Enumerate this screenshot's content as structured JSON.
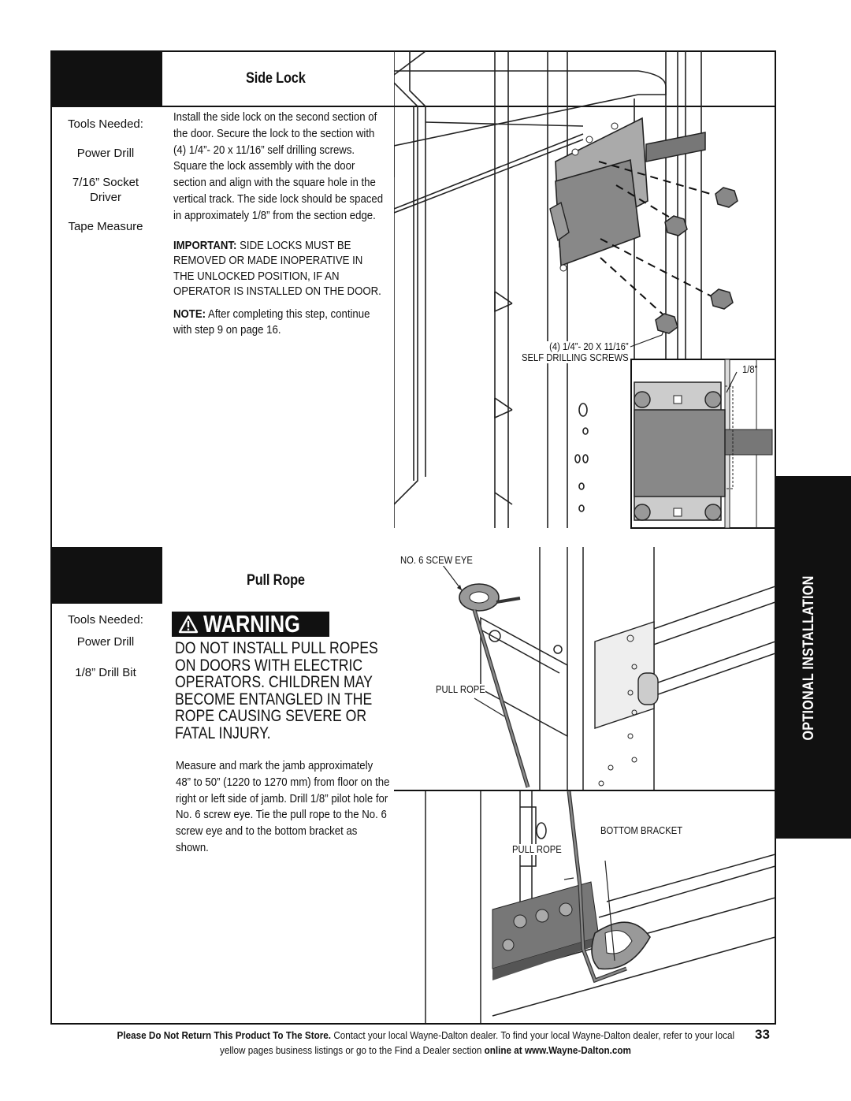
{
  "side_lock": {
    "title": "Side Lock",
    "tools_heading": "Tools Needed:",
    "tools": [
      "Power Drill",
      "7/16” Socket Driver",
      "Tape Measure"
    ],
    "instructions": "Install the side lock on the second section of the door. Secure the lock to the section with (4) 1/4”- 20 x 11/16” self drilling screws. Square the lock assembly with the door section and align with the square hole in the vertical track. The side lock should be spaced in approximately 1/8” from the section edge.",
    "important_label": "IMPORTANT:",
    "important_text": "SIDE LOCKS MUST BE REMOVED OR MADE INOPERATIVE IN THE UNLOCKED POSITION, IF AN OPERATOR IS INSTALLED ON THE DOOR.",
    "note_label": "NOTE:",
    "note_text": "After completing this step, continue with step 9 on page 16.",
    "callout_screws_line1": "(4) 1/4”- 20 X 11/16”",
    "callout_screws_line2": "SELF DRILLING SCREWS",
    "callout_gap": "1/8”"
  },
  "pull_rope": {
    "title": "Pull Rope",
    "tools_heading": "Tools Needed:",
    "tools": [
      "Power Drill",
      "1/8” Drill Bit"
    ],
    "warning_label": "WARNING",
    "warning_lines": [
      "DO NOT INSTALL PULL ROPES",
      "ON DOORS WITH ELECTRIC",
      "OPERATORS. CHILDREN MAY",
      "BECOME ENTANGLED IN THE",
      "ROPE CAUSING SEVERE OR",
      "FATAL INJURY."
    ],
    "instructions": "Measure and mark the jamb approximately 48” to 50” (1220 to 1270 mm) from floor on the right or left side of jamb. Drill 1/8” pilot hole for No. 6 screw eye. Tie the pull rope to the No. 6 screw eye and to the bottom bracket as shown.",
    "callout_screw_eye": "NO. 6 SCEW EYE",
    "callout_pull_rope_1": "PULL ROPE",
    "callout_bottom_bracket": "BOTTOM BRACKET",
    "callout_pull_rope_2": "PULL ROPE"
  },
  "side_tab": "OPTIONAL INSTALLATION",
  "footer": {
    "line1_bold": "Please Do Not Return This Product To The Store.",
    "line1_text": "Contact your local Wayne-Dalton dealer. To find your local Wayne-Dalton dealer, refer to your local",
    "line2_text": "yellow pages business listings or go to the Find a Dealer section",
    "line2_bold": "online at www.Wayne-Dalton.com"
  },
  "page_number": "33",
  "icons": [
    "warning-triangle-icon"
  ]
}
